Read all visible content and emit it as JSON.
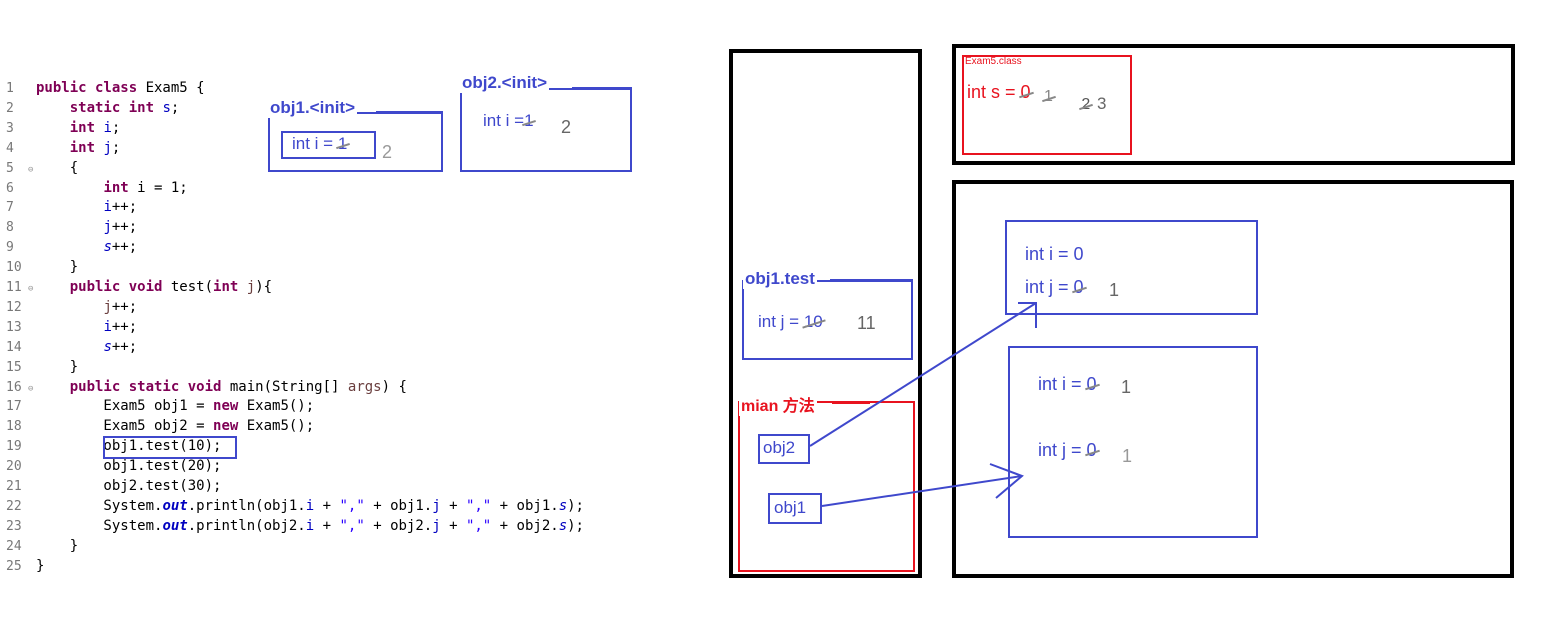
{
  "code": {
    "lines": [
      {
        "n": "1",
        "fold": "",
        "parts": [
          [
            "kw",
            "public class "
          ],
          [
            "",
            "Exam5 {"
          ]
        ]
      },
      {
        "n": "2",
        "fold": "",
        "parts": [
          [
            "",
            "    "
          ],
          [
            "kw",
            "static int "
          ],
          [
            "fld",
            "s"
          ],
          [
            "",
            ";"
          ]
        ]
      },
      {
        "n": "3",
        "fold": "",
        "parts": [
          [
            "",
            "    "
          ],
          [
            "kw",
            "int "
          ],
          [
            "fld",
            "i"
          ],
          [
            "",
            ";"
          ]
        ]
      },
      {
        "n": "4",
        "fold": "",
        "parts": [
          [
            "",
            "    "
          ],
          [
            "kw",
            "int "
          ],
          [
            "fld",
            "j"
          ],
          [
            "",
            ";"
          ]
        ]
      },
      {
        "n": "5",
        "fold": "⊖",
        "parts": [
          [
            "",
            "    {"
          ]
        ]
      },
      {
        "n": "6",
        "fold": "",
        "parts": [
          [
            "",
            "        "
          ],
          [
            "kw",
            "int "
          ],
          [
            "",
            "i = 1;"
          ]
        ]
      },
      {
        "n": "7",
        "fold": "",
        "parts": [
          [
            "",
            "        "
          ],
          [
            "fld",
            "i"
          ],
          [
            "",
            "++;"
          ]
        ]
      },
      {
        "n": "8",
        "fold": "",
        "parts": [
          [
            "",
            "        "
          ],
          [
            "fld",
            "j"
          ],
          [
            "",
            "++;"
          ]
        ]
      },
      {
        "n": "9",
        "fold": "",
        "parts": [
          [
            "",
            "        "
          ],
          [
            "sfld",
            "s"
          ],
          [
            "",
            "++;"
          ]
        ]
      },
      {
        "n": "10",
        "fold": "",
        "parts": [
          [
            "",
            "    }"
          ]
        ]
      },
      {
        "n": "11",
        "fold": "⊖",
        "parts": [
          [
            "",
            "    "
          ],
          [
            "kw",
            "public void "
          ],
          [
            "",
            "test("
          ],
          [
            "kw",
            "int "
          ],
          [
            "par",
            "j"
          ],
          [
            "",
            "){"
          ]
        ]
      },
      {
        "n": "12",
        "fold": "",
        "parts": [
          [
            "",
            "        "
          ],
          [
            "par",
            "j"
          ],
          [
            "",
            "++;"
          ]
        ]
      },
      {
        "n": "13",
        "fold": "",
        "parts": [
          [
            "",
            "        "
          ],
          [
            "fld",
            "i"
          ],
          [
            "",
            "++;"
          ]
        ]
      },
      {
        "n": "14",
        "fold": "",
        "parts": [
          [
            "",
            "        "
          ],
          [
            "sfld",
            "s"
          ],
          [
            "",
            "++;"
          ]
        ]
      },
      {
        "n": "15",
        "fold": "",
        "parts": [
          [
            "",
            "    }"
          ]
        ]
      },
      {
        "n": "16",
        "fold": "⊖",
        "parts": [
          [
            "",
            "    "
          ],
          [
            "kw",
            "public static void "
          ],
          [
            "",
            "main(String[] "
          ],
          [
            "par",
            "args"
          ],
          [
            "",
            ") {"
          ]
        ]
      },
      {
        "n": "17",
        "fold": "",
        "parts": [
          [
            "",
            "        Exam5 obj1 = "
          ],
          [
            "kw",
            "new "
          ],
          [
            "",
            "Exam5();"
          ]
        ]
      },
      {
        "n": "18",
        "fold": "",
        "parts": [
          [
            "",
            "        Exam5 obj2 = "
          ],
          [
            "kw",
            "new "
          ],
          [
            "",
            "Exam5();"
          ]
        ]
      },
      {
        "n": "19",
        "fold": "",
        "parts": [
          [
            "",
            "        obj1.test(10);"
          ]
        ]
      },
      {
        "n": "20",
        "fold": "",
        "parts": [
          [
            "",
            "        obj1.test(20);"
          ]
        ]
      },
      {
        "n": "21",
        "fold": "",
        "parts": [
          [
            "",
            "        obj2.test(30);"
          ]
        ]
      },
      {
        "n": "22",
        "fold": "",
        "parts": [
          [
            "",
            "        System."
          ],
          [
            "sfldb",
            "out"
          ],
          [
            "",
            ".println(obj1."
          ],
          [
            "fld",
            "i"
          ],
          [
            "",
            " + "
          ],
          [
            "str",
            "\",\""
          ],
          [
            "",
            " + obj1."
          ],
          [
            "fld",
            "j"
          ],
          [
            "",
            " + "
          ],
          [
            "str",
            "\",\""
          ],
          [
            "",
            " + obj1."
          ],
          [
            "sfld",
            "s"
          ],
          [
            "",
            ");"
          ]
        ]
      },
      {
        "n": "23",
        "fold": "",
        "parts": [
          [
            "",
            "        System."
          ],
          [
            "sfldb",
            "out"
          ],
          [
            "",
            ".println(obj2."
          ],
          [
            "fld",
            "i"
          ],
          [
            "",
            " + "
          ],
          [
            "str",
            "\",\""
          ],
          [
            "",
            " + obj2."
          ],
          [
            "fld",
            "j"
          ],
          [
            "",
            " + "
          ],
          [
            "str",
            "\",\""
          ],
          [
            "",
            " + obj2."
          ],
          [
            "sfld",
            "s"
          ],
          [
            "",
            ");"
          ]
        ]
      },
      {
        "n": "24",
        "fold": "",
        "parts": [
          [
            "",
            "    }"
          ]
        ]
      },
      {
        "n": "25",
        "fold": "",
        "parts": [
          [
            "",
            "}"
          ]
        ]
      }
    ]
  },
  "frames": {
    "obj1_init": {
      "title": "obj1.<init>",
      "label": "int i = ",
      "old": "1",
      "new": "2"
    },
    "obj2_init": {
      "title": "obj2.<init>",
      "label": "int i =",
      "old": "1",
      "new": "2"
    },
    "obj1_test": {
      "title": "obj1.test",
      "label": "int j = ",
      "old": "10",
      "new": "11"
    },
    "main": {
      "title": "mian 方法",
      "obj2": "obj2",
      "obj1": "obj1"
    }
  },
  "method_area": {
    "label": "Exam5.class",
    "field": "int s = ",
    "old1": "0",
    "old2": "1",
    "old3": "2",
    "current": "3"
  },
  "heap": {
    "object_a": {
      "i_label": "int i = 0",
      "j_label": "int j = ",
      "j_old": "0",
      "j_new": "1"
    },
    "object_b": {
      "i_label": "int i = ",
      "i_old": "0",
      "i_new": "1",
      "j_label": "int j = ",
      "j_old": "0",
      "j_new": "1"
    }
  },
  "colors": {
    "blue": "#3f48cc",
    "red": "#e8131f",
    "black": "#000000"
  }
}
